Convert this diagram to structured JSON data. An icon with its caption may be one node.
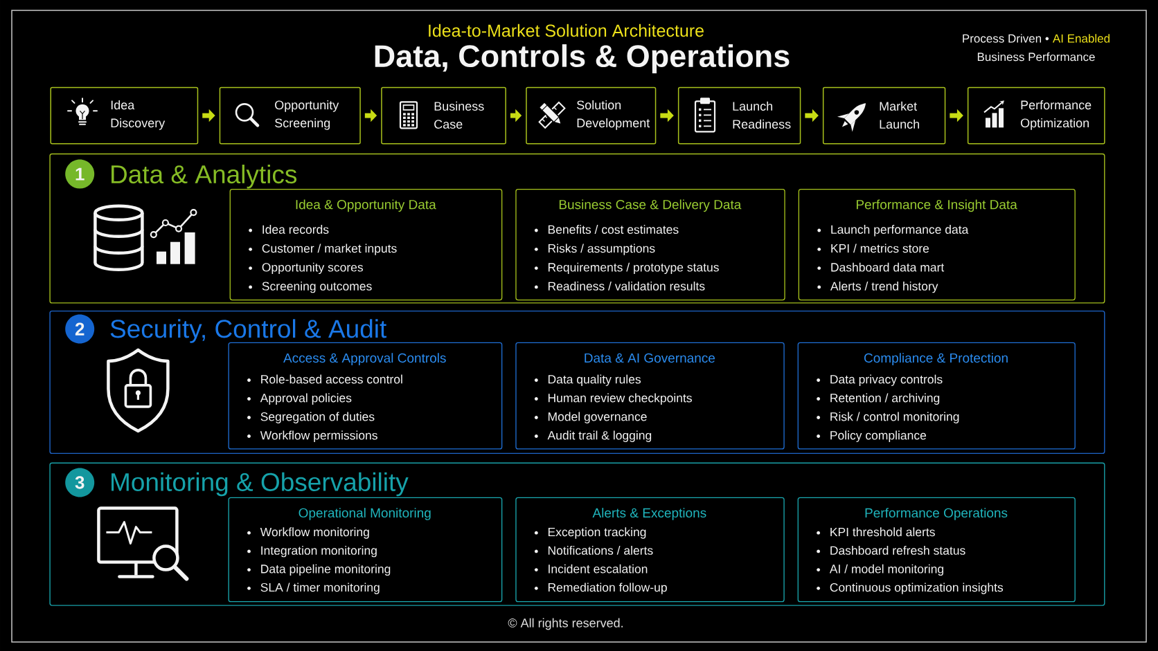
{
  "diagram": {
    "title": "Data, Controls & Operations",
    "nodes": [
      {
        "text": [
          "Idea Discovery"
        ]
      },
      {
        "text": [
          "Opportunity Screening"
        ]
      },
      {
        "text": [
          "Business Case"
        ]
      },
      {
        "text": [
          "Solution Development"
        ]
      },
      {
        "text": [
          "Launch Readiness"
        ]
      },
      {
        "text": [
          "Market Launch"
        ]
      },
      {
        "text": [
          "Performance Optimization"
        ]
      },
      {
        "text": [
          "Data & Analytics"
        ]
      },
      {
        "text": [
          "1"
        ],
        "in": 7
      },
      {
        "text": [
          "Idea & Opportunity Data",
          "Idea records",
          "Customer / market inputs",
          "Opportunity scores",
          "Screening outcomes"
        ],
        "in": 7
      },
      {
        "text": [
          "Business Case & Delivery Data",
          "Benefits / cost estimates",
          "Risks / assumptions",
          "Requirements / prototype status",
          "Readiness / validation results"
        ],
        "in": 7
      },
      {
        "text": [
          "Performance & Insight Data",
          "Launch performance data",
          "KPI / metrics store",
          "Dashboard data mart",
          "Alerts / trend history"
        ],
        "in": 7
      },
      {
        "text": [
          "Security, Control & Audit"
        ]
      },
      {
        "text": [
          "2"
        ],
        "in": 12
      },
      {
        "text": [
          "Access & Approval Controls",
          "Role-based access control",
          "Approval policies",
          "Segregation of duties",
          "Workflow permissions"
        ],
        "in": 12
      },
      {
        "text": [
          "Data & AI Governance",
          "Data quality rules",
          "Human review checkpoints",
          "Model governance",
          "Audit trail & logging"
        ],
        "in": 12
      },
      {
        "text": [
          "Compliance & Protection",
          "Data privacy controls",
          "Retention / archiving",
          "Risk / control monitoring",
          "Policy compliance"
        ],
        "in": 12
      },
      {
        "text": [
          "Monitoring & Observability"
        ]
      },
      {
        "text": [
          "3"
        ],
        "in": 17
      },
      {
        "text": [
          "Operational Monitoring",
          "Workflow monitoring",
          "Integration monitoring",
          "Data pipeline monitoring",
          "SLA / timer monitoring"
        ],
        "in": 17
      },
      {
        "text": [
          "Alerts & Exceptions",
          "Exception tracking",
          "Notifications / alerts",
          "Incident escalation",
          "Remediation follow-up"
        ],
        "in": 17
      },
      {
        "text": [
          "Performance Operations",
          "KPI threshold alerts",
          "Dashboard refresh status",
          "AI / model monitoring",
          "Continuous optimization insights"
        ],
        "in": 17
      }
    ],
    "edges": [
      {
        "from": 0,
        "to": 1,
        "arrow": "to"
      },
      {
        "from": 1,
        "to": 2,
        "arrow": "to"
      },
      {
        "from": 2,
        "to": 3,
        "arrow": "to"
      },
      {
        "from": 3,
        "to": 4,
        "arrow": "to"
      },
      {
        "from": 4,
        "to": 5,
        "arrow": "to"
      },
      {
        "from": 5,
        "to": 6,
        "arrow": "to"
      }
    ],
    "labels": [
      "Idea-to-Market Solution Architecture",
      "Process Driven •",
      "AI Enabled",
      "Business Performance",
      "© All rights reserved."
    ]
  }
}
